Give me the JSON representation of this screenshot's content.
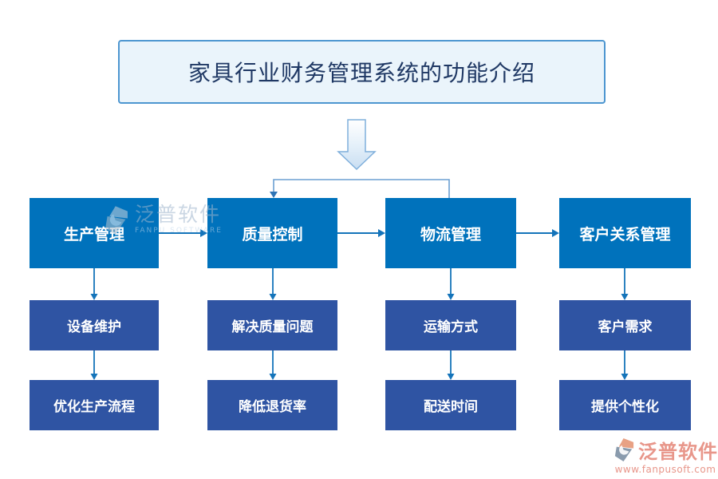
{
  "title": "家具行业财务管理系统的功能介绍",
  "flowchart": {
    "columns": [
      {
        "header": "生产管理",
        "children": [
          "设备维护",
          "优化生产流程"
        ]
      },
      {
        "header": "质量控制",
        "children": [
          "解决质量问题",
          "降低退货率"
        ]
      },
      {
        "header": "物流管理",
        "children": [
          "运输方式",
          "配送时间"
        ]
      },
      {
        "header": "客户关系管理",
        "children": [
          "客户需求",
          "提供个性化"
        ]
      }
    ]
  },
  "watermark": {
    "brand": "泛普软件",
    "brand_latin": "FANPU SOFTWARE"
  },
  "footer": {
    "brand": "泛普软件",
    "website": "www.fanpusoft.com"
  },
  "colors": {
    "primary_box": "#0072BC",
    "secondary_box": "#2F54A3",
    "connector": "#1474BA",
    "loop_connector": "#6B9FD2",
    "title_bg": "#EAF4FB",
    "title_border": "#4D96D0",
    "title_text": "#1F3864",
    "big_arrow_fill_top": "#FFFFFF",
    "big_arrow_fill_bottom": "#C9DEF2",
    "brand_color": "#E8968A"
  }
}
